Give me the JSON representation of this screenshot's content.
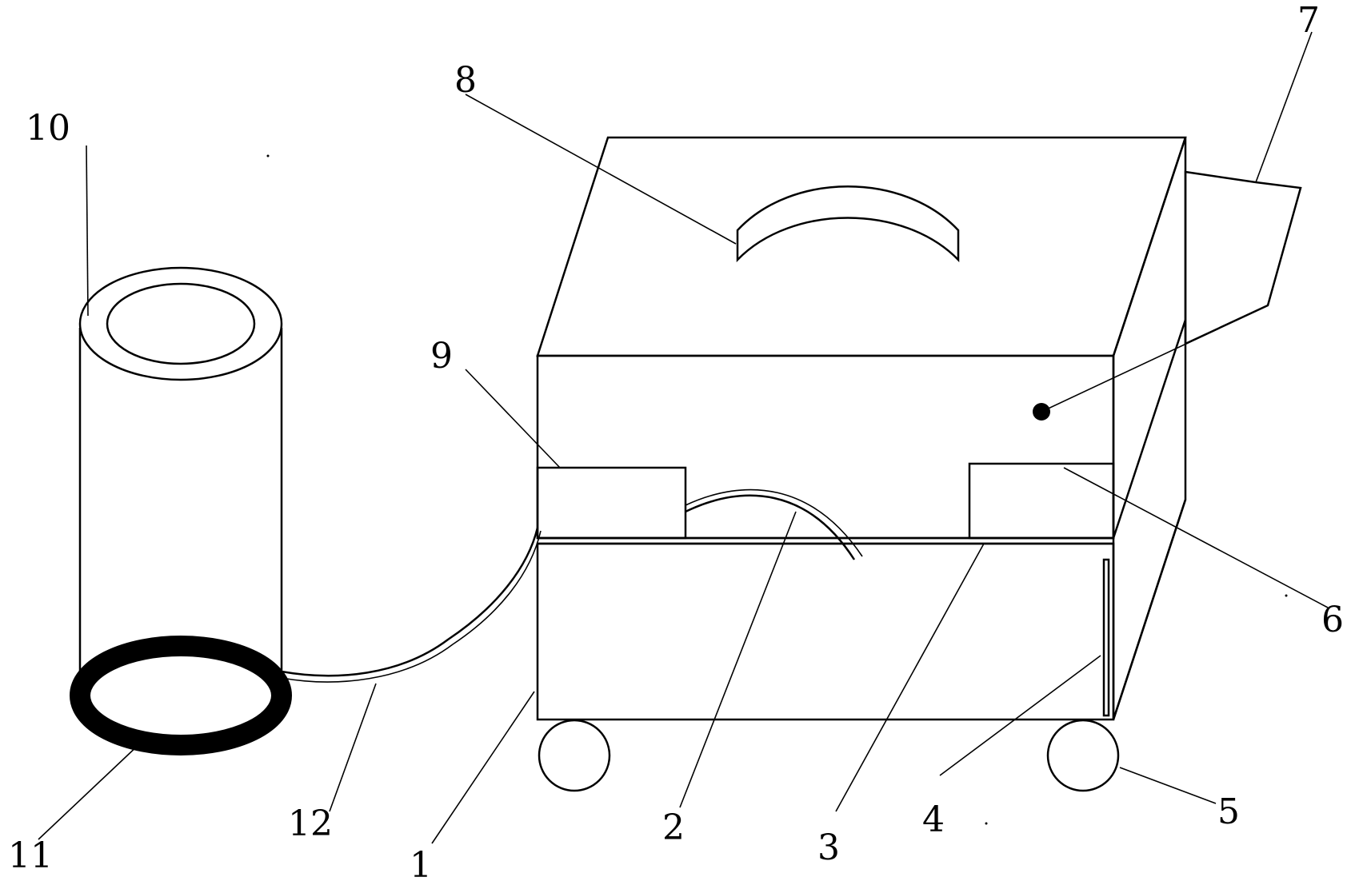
{
  "diagram": {
    "labels": {
      "n1": "1",
      "n2": "2",
      "n3": "3",
      "n4": "4",
      "n5": "5",
      "n6": "6",
      "n7": "7",
      "n8": "8",
      "n9": "9",
      "n10": "10",
      "n11": "11",
      "n12": "12"
    }
  }
}
